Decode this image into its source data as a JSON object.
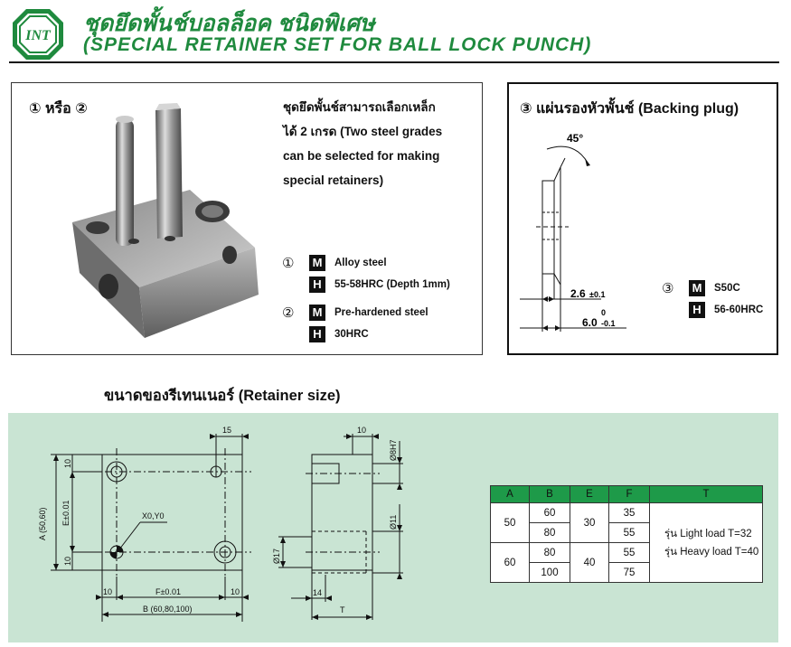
{
  "logo": {
    "text": "INT"
  },
  "header": {
    "title_th": "ชุดยึดพั้นช์บอลล็อค ชนิดพิเศษ",
    "title_en": "(SPECIAL RETAINER SET FOR BALL LOCK PUNCH)"
  },
  "left_panel": {
    "heading": "① หรือ ②",
    "desc_lines": [
      "ชุดยึดพั้นช์สามารถเลือกเหล็ก",
      "ได้ 2 เกรด (Two steel grades",
      "can be selected for making",
      "special retainers)"
    ],
    "grades": [
      {
        "num": "①",
        "code": "M",
        "text": "Alloy steel"
      },
      {
        "num": "",
        "code": "H",
        "text": "55-58HRC (Depth 1mm)"
      },
      {
        "num": "②",
        "code": "M",
        "text": "Pre-hardened steel"
      },
      {
        "num": "",
        "code": "H",
        "text": "30HRC"
      }
    ]
  },
  "right_panel": {
    "heading": "③ แผ่นรองหัวพั้นช์ (Backing plug)",
    "angle": "45°",
    "dim1_value": "2.6",
    "dim1_tol": "±0.1",
    "dim2_value": "6.0",
    "dim2_tol_upper": "0",
    "dim2_tol_lower": "-0.1",
    "grades": [
      {
        "num": "③",
        "code": "M",
        "text": "S50C"
      },
      {
        "num": "",
        "code": "H",
        "text": "56-60HRC"
      }
    ]
  },
  "retainer": {
    "title": "ขนาดของรีเทนเนอร์ (Retainer size)",
    "labels": {
      "a": "A (50,60)",
      "e": "E±0.01",
      "f": "F±0.01",
      "b": "B (60,80,100)",
      "d10a": "10",
      "d10b": "10",
      "d10c": "10",
      "d10d": "10",
      "d15": "15",
      "origin": "X0,Y0",
      "side_10": "10",
      "phi8": "Ø8H7",
      "phi11": "Ø11",
      "phi17": "Ø17",
      "d14": "14",
      "t": "T"
    }
  },
  "table": {
    "headers": [
      "A",
      "B",
      "E",
      "F",
      "T"
    ],
    "rows": [
      {
        "a": "50",
        "b1": "60",
        "b2": "80",
        "e": "30",
        "f1": "35",
        "f2": "55"
      },
      {
        "a": "60",
        "b1": "80",
        "b2": "100",
        "e": "40",
        "f1": "55",
        "f2": "75"
      }
    ],
    "t_lines": [
      "รุ่น  Light load T=32",
      "รุ่น  Heavy load T=40"
    ]
  }
}
